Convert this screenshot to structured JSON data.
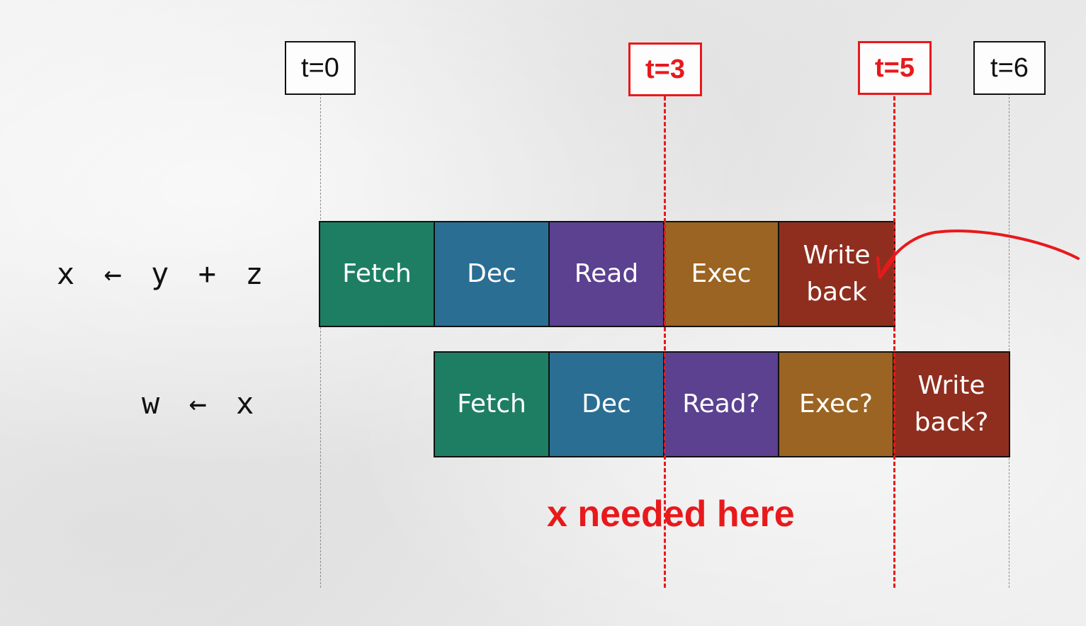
{
  "time_markers": [
    {
      "label": "t=0",
      "highlight": false
    },
    {
      "label": "t=3",
      "highlight": true
    },
    {
      "label": "t=5",
      "highlight": true
    },
    {
      "label": "t=6",
      "highlight": false
    }
  ],
  "instructions": [
    {
      "text": "x ← y + z",
      "stages": [
        {
          "label": "Fetch",
          "color": "#1e7e63"
        },
        {
          "label": "Dec",
          "color": "#2b6e94"
        },
        {
          "label": "Read",
          "color": "#5b4190"
        },
        {
          "label": "Exec",
          "color": "#9b6422"
        },
        {
          "label": "Write\nback",
          "color": "#8f2e1e"
        }
      ]
    },
    {
      "text": "w ← x",
      "stages": [
        {
          "label": "Fetch",
          "color": "#1e7e63"
        },
        {
          "label": "Dec",
          "color": "#2b6e94"
        },
        {
          "label": "Read?",
          "color": "#5b4190"
        },
        {
          "label": "Exec?",
          "color": "#9b6422"
        },
        {
          "label": "Write\nback?",
          "color": "#8f2e1e"
        }
      ]
    }
  ],
  "annotation": "x needed here",
  "colors": {
    "highlight": "#e8191b",
    "fetch": "#1e7e63",
    "decode": "#2b6e94",
    "read": "#5b4190",
    "exec": "#9b6422",
    "writeback": "#8f2e1e"
  },
  "icons": {
    "curved_arrow": "curved-arrow-icon"
  }
}
